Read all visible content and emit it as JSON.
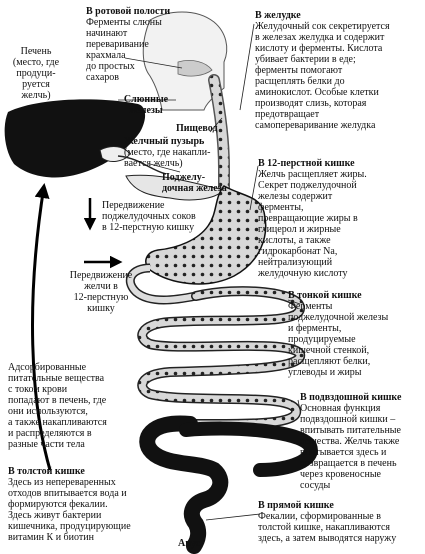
{
  "labels": {
    "mouth": {
      "heading": "В ротовой полости",
      "text": "Ферменты слюны\nначинают\nпереваривание\nкрахмала\nдо простых\nсахаров"
    },
    "liver": {
      "text": "Печень\n(место, где\nпродуци-\nруется\nжелчь)"
    },
    "stomach": {
      "heading": "В желудке",
      "text": "Желудочный сок секретируется\nв железах желудка и содержит\nкислоту и ферменты. Кислота\nубивает бактерии в еде;\nферменты помогают\nрасщеплять белки до\nаминокислот. Особые клетки\nпроизводят слизь, которая\nпредотвращает\nсамопереваривание желудка"
    },
    "salivary": {
      "text": "Слюнные\nжелезы"
    },
    "esophagus": {
      "text": "Пищевод"
    },
    "gallbladder": {
      "heading": "Желчный пузырь",
      "text": "(место, где накапли-\nвается желчь)"
    },
    "pancreas": {
      "text": "Поджелу-\nдочная железа"
    },
    "pancreatic_flow": {
      "text": "Передвижение\nподжелудочных соков\nв 12-перстную кишку"
    },
    "duodenum": {
      "heading": "В 12-перстной кишке",
      "text": "Желчь расщепляет жиры.\nСекрет поджелудочной\nжелезы содержит\nферменты,\nпревращающие жиры в\nглицерол и жирные\nкислоты, а также\nгидрокарбонат Na,\nнейтрализующий\nжелудочную кислоту"
    },
    "bile_flow": {
      "text": "Передвижение\nжелчи в\n12-перстную\nкишку"
    },
    "small_intestine": {
      "heading": "В тонкой кишке",
      "text": "Ферменты\nподжелудочной железы\nи ферменты,\nпродуцируемые\nкишечной стенкой,\nрасщепляют белки,\nуглеводы и жиры"
    },
    "absorbed": {
      "text": "Адсорбированные\nпитательные вещества\nс током крови\nпопадают в печень, где\nони используются,\nа также накапливаются\nи распределяются в\nразные части тела"
    },
    "ileum": {
      "heading": "В подвздошной кишке",
      "text": "Основная функция\nподвздошной кишки –\nвпитывать питательные\nвещества. Желчь также\nвпитывается здесь и\nвозвращается в печень\nчерез кровеносные\nсосуды"
    },
    "colon": {
      "heading": "В толстой кишке",
      "text": "Здесь из непереваренных\nотходов впитывается вода и\nформируются фекалии.\nЗдесь живут бактерии\nкишечника, продуцирующие\nвитамин К и биотин"
    },
    "anus": {
      "text": "Анус"
    },
    "rectum": {
      "heading": "В прямой кишке",
      "text": "Фекалии, сформированные в\nтолстой кишке, накапливаются\nздесь, а затем выводятся наружу"
    }
  }
}
